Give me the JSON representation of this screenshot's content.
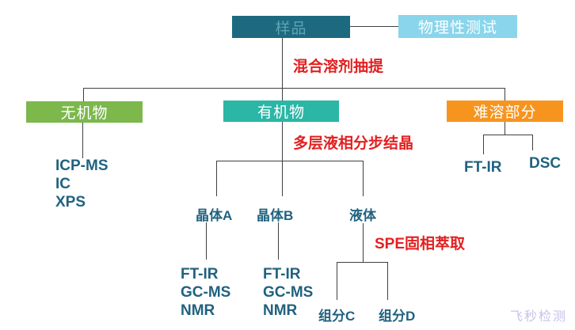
{
  "diagram": {
    "title_hint": "sample-analysis-flowchart",
    "root": {
      "label": "样品"
    },
    "side_test": {
      "label": "物理性测试"
    },
    "step_extraction": {
      "label": "混合溶剂抽提"
    },
    "branches": {
      "inorganic": {
        "label": "无机物",
        "methods": [
          "ICP-MS",
          "IC",
          "XPS"
        ]
      },
      "organic": {
        "label": "有机物",
        "step_crystallization": {
          "label": "多层液相分步结晶"
        },
        "children": {
          "crystal_a": {
            "label": "晶体A",
            "methods": [
              "FT-IR",
              "GC-MS",
              "NMR"
            ]
          },
          "crystal_b": {
            "label": "晶体B",
            "methods": [
              "FT-IR",
              "GC-MS",
              "NMR"
            ]
          },
          "liquid": {
            "label": "液体",
            "step_spe": {
              "label": "SPE固相萃取"
            },
            "fractions": [
              "组分C",
              "组分D"
            ]
          }
        }
      },
      "insoluble": {
        "label": "难溶部分",
        "methods": [
          "FT-IR",
          "DSC"
        ]
      }
    },
    "watermark": "飞秒检测"
  },
  "colors": {
    "sample_box_bg": "#1d6a80",
    "sample_box_text": "#5fa3b5",
    "physical_test_box_bg": "#8ad5ec",
    "inorganic_box_bg": "#7cb84c",
    "organic_box_bg": "#2bb6a6",
    "insoluble_box_bg": "#f7941e",
    "box_text": "#ffffff",
    "process_text": "#e32020",
    "method_text": "#20627f",
    "connector": "#404040",
    "watermark_text": "#c9c0e8"
  }
}
